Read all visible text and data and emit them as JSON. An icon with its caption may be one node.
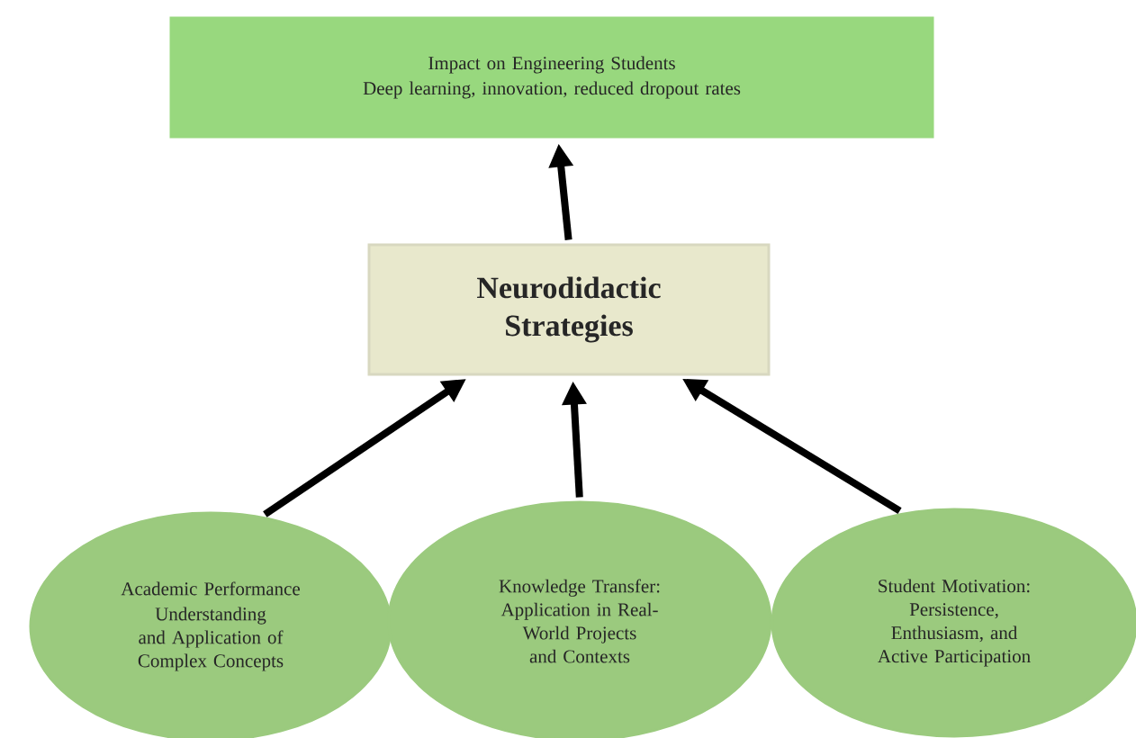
{
  "diagram": {
    "nodes": [
      {
        "text": [
          "Impact on Engineering Students",
          "Deep learning, innovation, reduced dropout rates"
        ]
      },
      {
        "text": [
          "Neurodidactic Strategies"
        ]
      },
      {
        "text": [
          "Academic Performance",
          "Understanding and Application of Complex Concepts"
        ]
      },
      {
        "text": [
          "Knowledge Transfer: Application in Real-World Projects and Contexts"
        ]
      },
      {
        "text": [
          "Student Motivation: Persistence, Enthusiasm, and Active Participation"
        ]
      }
    ],
    "edges": [
      {
        "from": 1,
        "to": 0,
        "arrow": "to"
      },
      {
        "from": 2,
        "to": 1,
        "arrow": "to"
      },
      {
        "from": 3,
        "to": 1,
        "arrow": "to"
      },
      {
        "from": 4,
        "to": 1,
        "arrow": "to"
      }
    ]
  }
}
